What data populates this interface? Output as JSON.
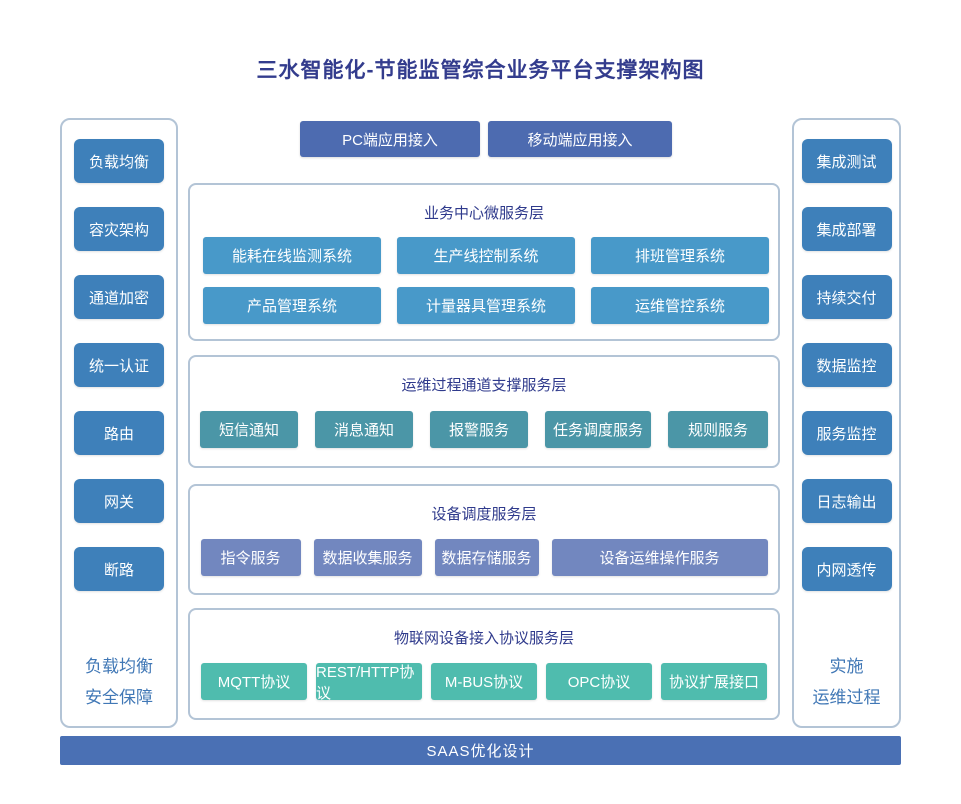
{
  "title": "三水智能化-节能监管综合业务平台支撑架构图",
  "top_buttons": {
    "pc": "PC端应用接入",
    "mobile": "移动端应用接入"
  },
  "left_sidebar": {
    "items": [
      "负载均衡",
      "容灾架构",
      "通道加密",
      "统一认证",
      "路由",
      "网关",
      "断路"
    ],
    "caption_line1": "负载均衡",
    "caption_line2": "安全保障"
  },
  "right_sidebar": {
    "items": [
      "集成测试",
      "集成部署",
      "持续交付",
      "数据监控",
      "服务监控",
      "日志输出",
      "内网透传"
    ],
    "caption_line1": "实施",
    "caption_line2": "运维过程"
  },
  "layers": [
    {
      "title": "业务中心微服务层",
      "items": [
        "能耗在线监测系统",
        "生产线控制系统",
        "排班管理系统",
        "产品管理系统",
        "计量器具管理系统",
        "运维管控系统"
      ]
    },
    {
      "title": "运维过程通道支撑服务层",
      "items": [
        "短信通知",
        "消息通知",
        "报警服务",
        "任务调度服务",
        "规则服务"
      ]
    },
    {
      "title": "设备调度服务层",
      "items": [
        "指令服务",
        "数据收集服务",
        "数据存储服务",
        "设备运维操作服务"
      ]
    },
    {
      "title": "物联网设备接入协议服务层",
      "items": [
        "MQTT协议",
        "REST/HTTP协议",
        "M-BUS协议",
        "OPC协议",
        "协议扩展接口"
      ]
    }
  ],
  "footer": {
    "label": "SAAS优化设计"
  },
  "colors": {
    "title_text": "#333c8d",
    "layer_title_text": "#2f3a8c",
    "sidebar_box": "#3e80ba",
    "top_button": "#4d6bb0",
    "layer1_box": "#4899c9",
    "layer2_box": "#4b96a7",
    "layer3_box": "#7287bf",
    "layer4_box": "#4fbcae",
    "footer_bar": "#4a70b4",
    "container_border": "#b3c4d6",
    "caption_text": "#4178b6"
  }
}
